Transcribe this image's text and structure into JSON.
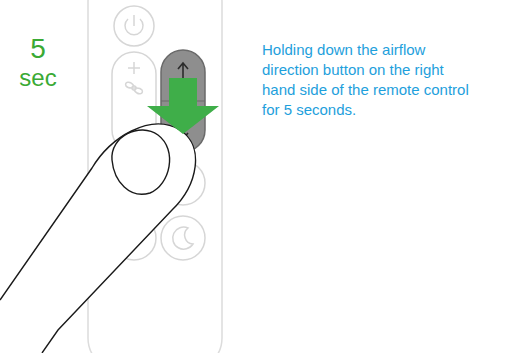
{
  "diagram": {
    "labels": [
      "5",
      "sec",
      "Holding down the airflow direction button on the right hand side of the remote control for 5 seconds."
    ]
  }
}
